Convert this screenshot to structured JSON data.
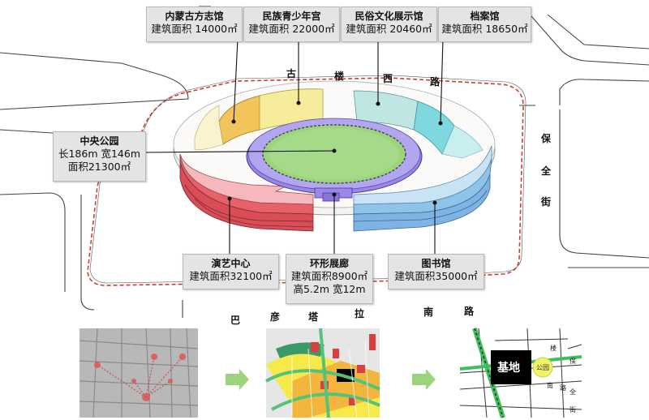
{
  "labels": {
    "mongol_museum": {
      "title": "内蒙古方志馆",
      "lines": [
        "建筑面积 14000㎡"
      ]
    },
    "youth_palace": {
      "title": "民族青少年宫",
      "lines": [
        "建筑面积 22000㎡"
      ]
    },
    "folk_hall": {
      "title": "民俗文化展示馆",
      "lines": [
        "建筑面积 20460㎡"
      ]
    },
    "archives": {
      "title": "档案馆",
      "lines": [
        "建筑面积 18650㎡"
      ]
    },
    "central_park": {
      "title": "中央公园",
      "lines": [
        "长186m 宽146m",
        "面积21300㎡"
      ]
    },
    "performing_arts": {
      "title": "演艺中心",
      "lines": [
        "建筑面积32100㎡"
      ]
    },
    "ring_gallery": {
      "title": "环形展廊",
      "lines": [
        "建筑面积8900㎡",
        "高5.2m 宽12m"
      ]
    },
    "library": {
      "title": "图书馆",
      "lines": [
        "建筑面积35000㎡"
      ]
    }
  },
  "roads": {
    "north": [
      "古",
      "楼",
      "西",
      "路"
    ],
    "east": [
      "保",
      "全",
      "街"
    ],
    "south": [
      "巴",
      "彦",
      "塔",
      "拉",
      "南",
      "路"
    ]
  },
  "mini_maps": {
    "site_label": "基地",
    "park_label": "公园",
    "road_chars": [
      "楼",
      "南",
      "路",
      "保",
      "全",
      "街"
    ]
  },
  "colors": {
    "performing_arts": "#e8606a",
    "library": "#8fc3ea",
    "archives": "#7fd8e0",
    "mongol_museum": "#f2c45a",
    "youth_palace": "#f6ec9a",
    "ring_gallery": "#9a87e6",
    "park": "#9bd47d",
    "site_boundary": "#d83a2a"
  }
}
